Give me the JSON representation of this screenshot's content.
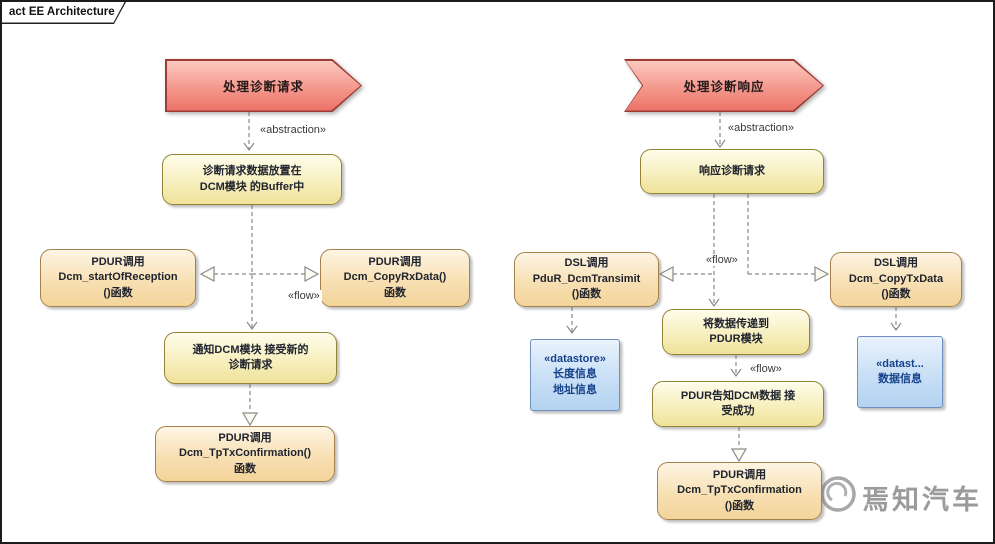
{
  "frame": {
    "title": "act EE Architecture"
  },
  "labels": {
    "abstraction": "«abstraction»",
    "flow": "«flow»"
  },
  "left": {
    "banner": "处理诊断请求",
    "node_buffer": "诊断请求数据放置在\nDCM模块 的Buffer中",
    "call_start_of_reception": "PDUR调用\nDcm_startOfReception\n()函数",
    "call_copy_rx_data": "PDUR调用\nDcm_CopyRxData()\n函数",
    "node_notify": "通知DCM模块 接受新的\n诊断请求",
    "call_tp_tx_confirmation": "PDUR调用\nDcm_TpTxConfirmation()\n函数"
  },
  "right": {
    "banner": "处理诊断响应",
    "node_response": "响应诊断请求",
    "call_pdur_dcm_transimit": "DSL调用\nPduR_DcmTransimit\n()函数",
    "call_copy_tx_data": "DSL调用\nDcm_CopyTxData\n()函数",
    "datastore_length_addr": "«datastore»\n长度信息\n地址信息",
    "node_transfer": "将数据传递到\nPDUR模块",
    "node_ack": "PDUR告知DCM数据 接\n受成功",
    "call_tp_tx_confirmation": "PDUR调用\nDcm_TpTxConfirmation\n()函数",
    "datastore_data": "«datast...\n数据信息"
  },
  "watermark": {
    "text": "焉知汽车"
  },
  "colors": {
    "banner_fill": "#ef8478",
    "banner_border": "#9c3c34",
    "activity_fill": "#f7efbe",
    "activity_border": "#948336",
    "call_fill": "#f8e0b4",
    "call_border": "#a5824a",
    "datastore_fill": "#c8dff6",
    "datastore_border": "#6e8fbf",
    "edge": "#8a8a8a"
  }
}
